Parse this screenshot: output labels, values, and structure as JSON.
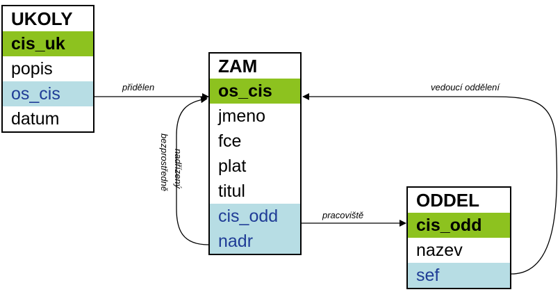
{
  "entities": {
    "ukoly": {
      "title": "UKOLY",
      "fields": [
        "cis_uk",
        "popis",
        "os_cis",
        "datum"
      ]
    },
    "zam": {
      "title": "ZAM",
      "fields": [
        "os_cis",
        "jmeno",
        "fce",
        "plat",
        "titul",
        "cis_odd",
        "nadr"
      ]
    },
    "oddel": {
      "title": "ODDEL",
      "fields": [
        "cis_odd",
        "nazev",
        "sef"
      ]
    }
  },
  "relations": {
    "pridelen": "přidělen",
    "pracoviste": "pracoviště",
    "vedouci_oddeleni": "vedoucí oddělení",
    "bezprostredne": "bezprostředně",
    "nadrizeny": "nadřízený"
  },
  "colors": {
    "primary_key": "#8dc21f",
    "foreign_key": "#b7dde4",
    "foreign_key_text": "#1f3c96"
  }
}
